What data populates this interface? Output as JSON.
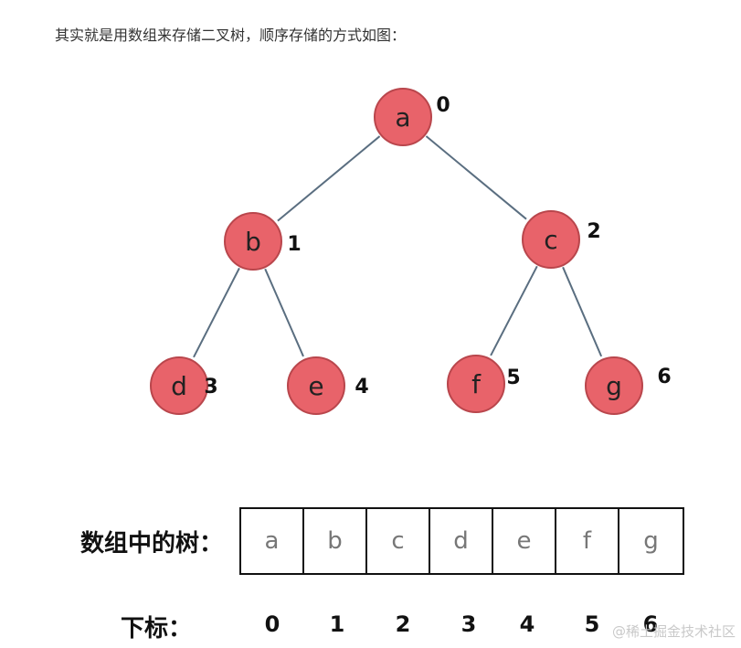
{
  "intro_text": "其实就是用数组来存储二叉树，顺序存储的方式如图：",
  "tree": {
    "nodes": [
      {
        "letter": "a",
        "index": "0"
      },
      {
        "letter": "b",
        "index": "1"
      },
      {
        "letter": "c",
        "index": "2"
      },
      {
        "letter": "d",
        "index": "3"
      },
      {
        "letter": "e",
        "index": "4"
      },
      {
        "letter": "f",
        "index": "5"
      },
      {
        "letter": "g",
        "index": "6"
      }
    ],
    "edges": [
      [
        "a",
        "b"
      ],
      [
        "a",
        "c"
      ],
      [
        "b",
        "d"
      ],
      [
        "b",
        "e"
      ],
      [
        "c",
        "f"
      ],
      [
        "c",
        "g"
      ]
    ],
    "node_color": "#e8636a",
    "edge_color": "#5a6e80"
  },
  "array": {
    "label": "数组中的树：",
    "cells": [
      "a",
      "b",
      "c",
      "d",
      "e",
      "f",
      "g"
    ]
  },
  "indices": {
    "label": "下标：",
    "values": [
      "0",
      "1",
      "2",
      "3",
      "4",
      "5",
      "6"
    ]
  },
  "watermark": "@稀土掘金技术社区"
}
